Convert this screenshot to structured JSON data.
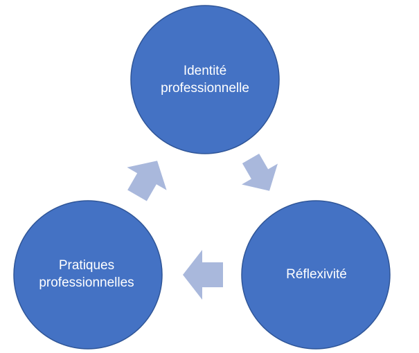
{
  "diagram": {
    "nodes": [
      {
        "id": "top",
        "label": "Identité\nprofessionnelle"
      },
      {
        "id": "right",
        "label": "Réflexivité"
      },
      {
        "id": "left",
        "label": "Pratiques\nprofessionnelles"
      }
    ],
    "arrows": [
      {
        "from": "top",
        "to": "right"
      },
      {
        "from": "right",
        "to": "left"
      },
      {
        "from": "left",
        "to": "top"
      }
    ],
    "colors": {
      "node_fill": "#4472C4",
      "node_stroke": "#2F5597",
      "arrow_fill": "#A9B8DC",
      "text": "#FFFFFF"
    }
  }
}
